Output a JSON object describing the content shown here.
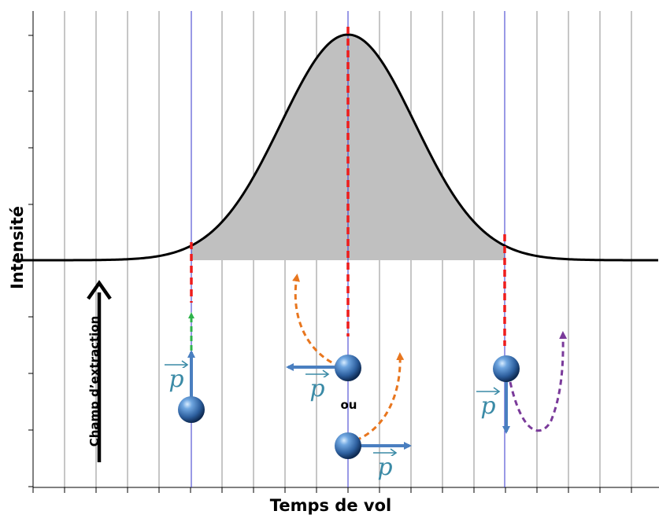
{
  "axes": {
    "y_label": "Intensité",
    "x_label": "Temps de vol"
  },
  "annotations": {
    "field_label": "Champ d’extraction",
    "ou": "ou",
    "momentum_symbol": "p"
  },
  "colors": {
    "peak_fill": "#c0c0c0",
    "curve": "#000000",
    "red_dash": "#ee1c1c",
    "green_dash": "#2db34a",
    "orange_dash": "#e8761e",
    "purple_dash": "#7a3a9a",
    "momentum_arrow": "#4a7fc0",
    "blue_line": "#3333cc",
    "grid": "#8c8c8c",
    "p_text": "#3a8aa6"
  }
}
